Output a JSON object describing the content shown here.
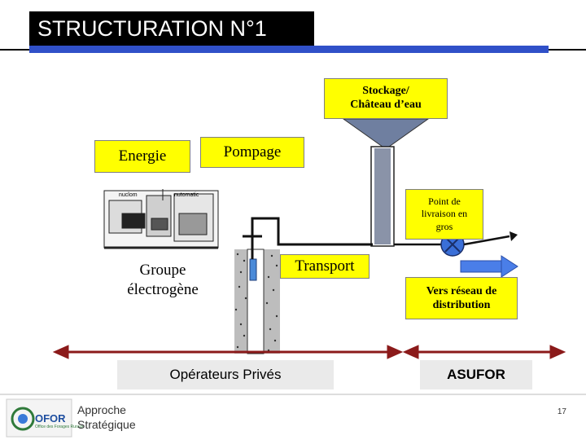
{
  "header": {
    "title": "STRUCTURATION N°1"
  },
  "diagram": {
    "stockage": "Stockage/\nChâteau d’eau",
    "energie": "Energie",
    "pompage": "Pompage",
    "point_livraison": "Point de\nlivraison en\ngros",
    "groupe": "Groupe\nélectrogène",
    "transport": "Transport",
    "vers_reseau": "Vers réseau de\ndistribution",
    "operateurs": "Opérateurs Privés",
    "asufor": "ASUFOR",
    "generator_labels": [
      "nuclom",
      "nutomatic"
    ]
  },
  "footer": {
    "logo_text": "OFOR",
    "logo_tagline": "Office des Forages Ruraux",
    "approche": "Approche\nStratégique",
    "page_number": "17"
  },
  "colors": {
    "title_bg": "#000000",
    "title_band": "#3050c8",
    "box_yellow": "#ffff00",
    "arrow_red": "#8b1a1a",
    "valve_blue": "#3a6fd8"
  },
  "icons": [
    "generator-icon",
    "borehole-icon",
    "water-tower-icon",
    "valve-icon",
    "ofor-logo-icon"
  ]
}
